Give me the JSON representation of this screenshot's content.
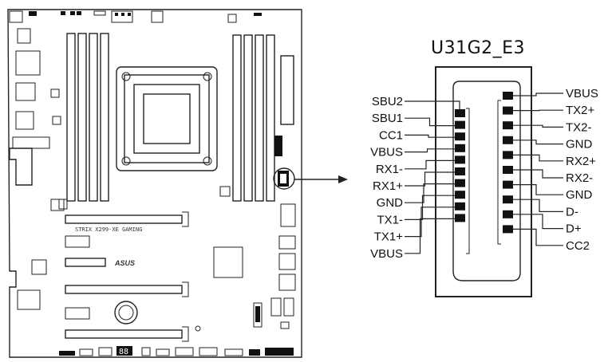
{
  "connector": {
    "title": "U31G2_E3",
    "left_pins": [
      "SBU2",
      "SBU1",
      "CC1",
      "VBUS",
      "RX1-",
      "RX1+",
      "GND",
      "TX1-",
      "TX1+",
      "VBUS"
    ],
    "right_pins": [
      "VBUS",
      "TX2+",
      "TX2-",
      "GND",
      "RX2+",
      "RX2-",
      "GND",
      "D-",
      "D+",
      "CC2"
    ]
  },
  "board": {
    "model_silkscreen": "STRIX X299-XE GAMING",
    "brand_logo": "ASUS",
    "debug_display": "88"
  },
  "colors": {
    "line": "#222222",
    "background": "#ffffff"
  }
}
